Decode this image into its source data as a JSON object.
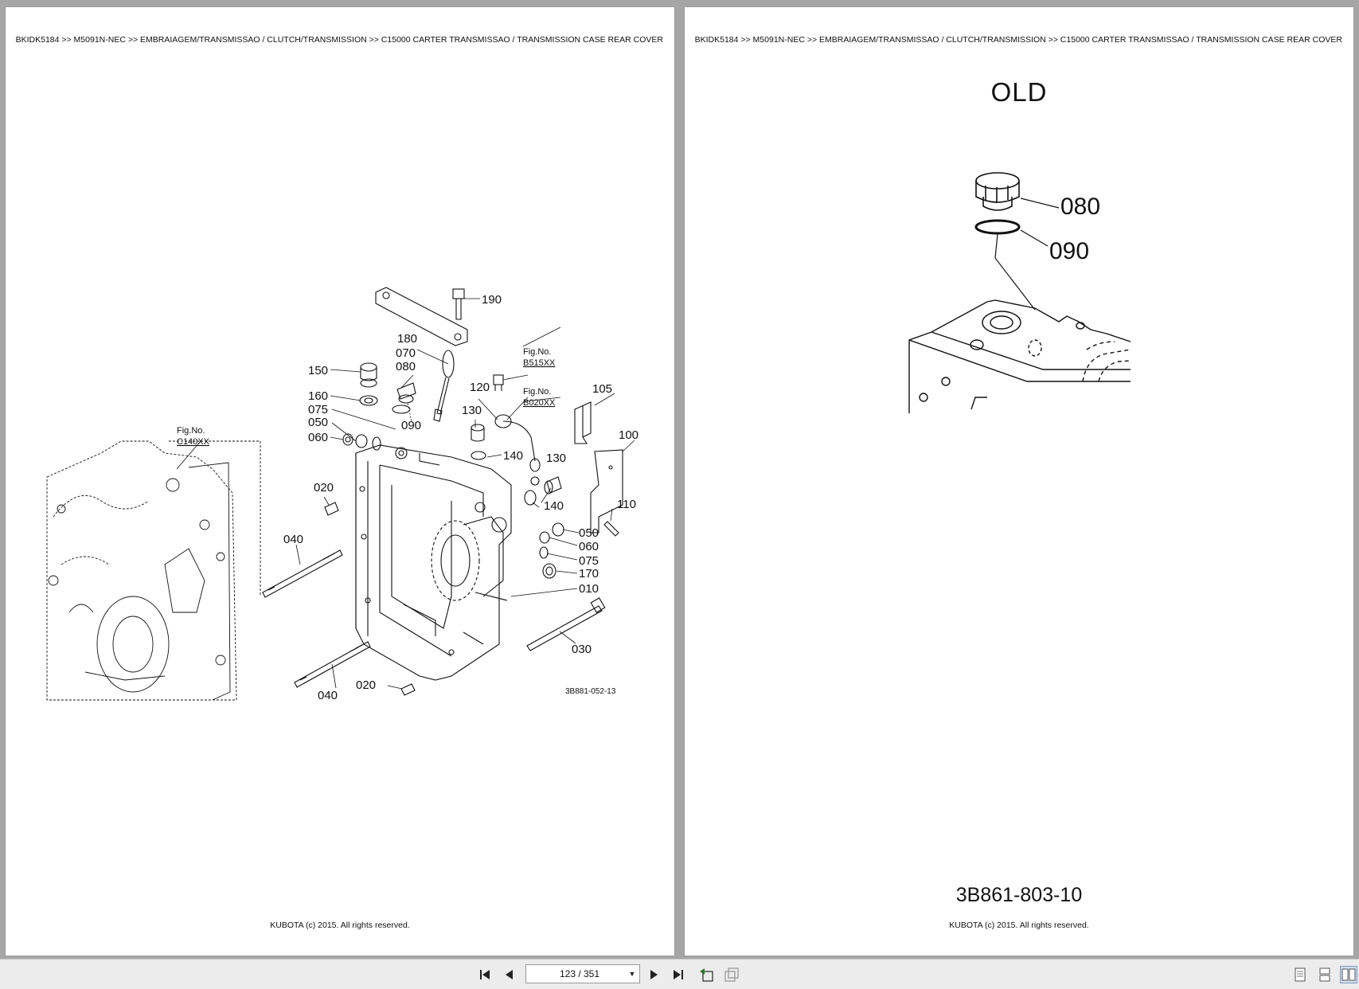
{
  "breadcrumb_left": "BKIDK5184 >> M5091N-NEC >> EMBRAIAGEM/TRANSMISSAO / CLUTCH/TRANSMISSION >> C15000   CARTER TRANSMISSAO / TRANSMISSION CASE REAR COVER",
  "breadcrumb_right": "BKIDK5184 >> M5091N-NEC >> EMBRAIAGEM/TRANSMISSAO / CLUTCH/TRANSMISSION >> C15000   CARTER TRANSMISSAO / TRANSMISSION CASE REAR COVER",
  "copyright_left": "KUBOTA (c) 2015. All rights reserved.",
  "copyright_right": "KUBOTA (c) 2015. All rights reserved.",
  "diagram": {
    "fig_ref_label": "Fig.No.",
    "fig_c140": "C140XX",
    "fig_b515": "B515XX",
    "fig_b020": "B020XX",
    "drawing_no": "3B881-052-13",
    "callouts": {
      "c190": "190",
      "c180": "180",
      "c070": "070",
      "c080": "080",
      "c150": "150",
      "c160": "160",
      "c075a": "075",
      "c050a": "050",
      "c060a": "060",
      "c090": "090",
      "c120": "120",
      "c130a": "130",
      "c140a": "140",
      "c130b": "130",
      "c140b": "140",
      "c105": "105",
      "c100": "100",
      "c110": "110",
      "c020a": "020",
      "c040a": "040",
      "c050b": "050",
      "c060b": "060",
      "c075b": "075",
      "c170": "170",
      "c010": "010",
      "c030": "030",
      "c040b": "040",
      "c020b": "020"
    }
  },
  "old_detail": {
    "title": "OLD",
    "c080": "080",
    "c090": "090",
    "part_code": "3B861-803-10"
  },
  "toolbar": {
    "page_indicator": "123 / 351",
    "icons": [
      "first-page-icon",
      "prev-page-icon",
      "next-page-icon",
      "last-page-icon",
      "go-back-icon",
      "go-forward-icon",
      "single-page-view-icon",
      "continuous-view-icon",
      "two-page-view-icon"
    ]
  }
}
